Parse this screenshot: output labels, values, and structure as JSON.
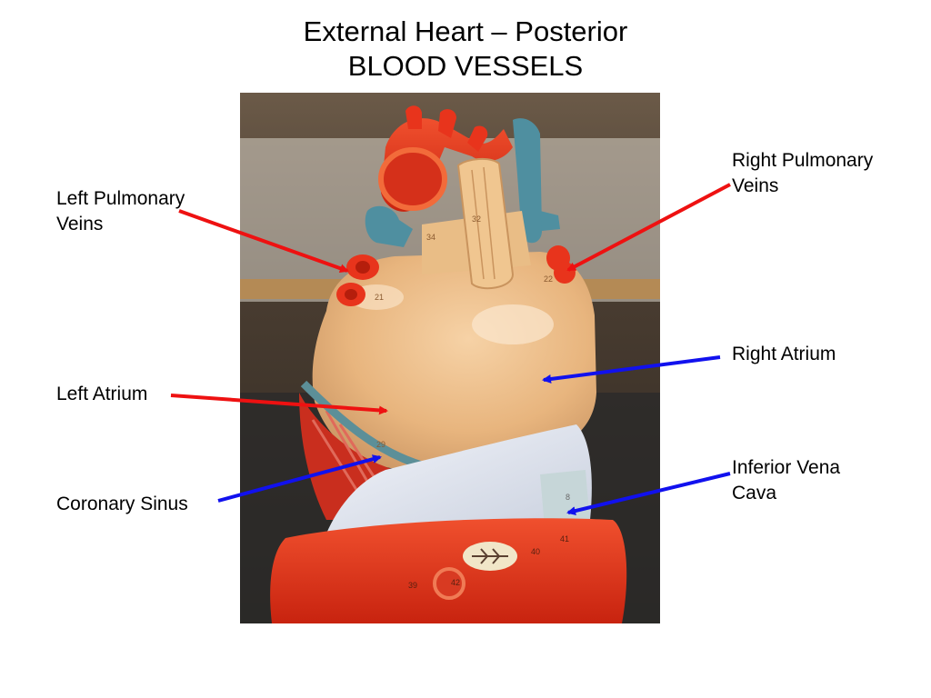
{
  "slide": {
    "title_line1": "External Heart – Posterior",
    "title_line2": "BLOOD VESSELS"
  },
  "labels": {
    "left_pulmonary_veins": [
      "Left Pulmonary",
      "Veins"
    ],
    "right_pulmonary_veins": [
      "Right Pulmonary",
      "Veins"
    ],
    "left_atrium": [
      "Left Atrium"
    ],
    "right_atrium": [
      "Right Atrium"
    ],
    "coronary_sinus": [
      "Coronary Sinus"
    ],
    "inferior_vena_cava": [
      "Inferior Vena",
      "Cava"
    ]
  },
  "model_markings": [
    "32",
    "34",
    "21",
    "22",
    "29",
    "8",
    "39",
    "42",
    "40",
    "41"
  ],
  "colors": {
    "arrow_red": "#ee1111",
    "arrow_blue": "#1111ee",
    "tissue": "#e8b880",
    "vessel_red": "#e8341c",
    "vessel_blue": "#4f8fa0",
    "backdrop": "#5b4a3a"
  }
}
